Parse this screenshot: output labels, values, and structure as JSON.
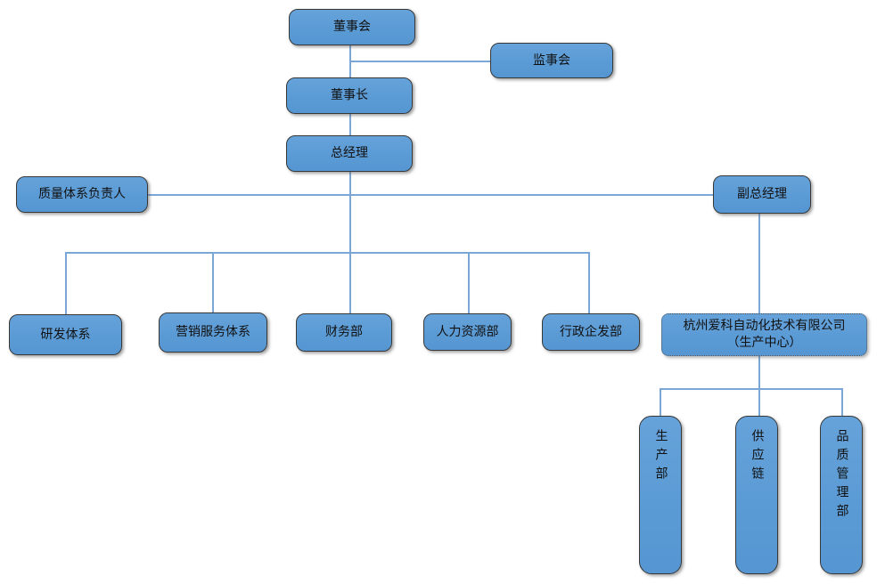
{
  "diagram_type": "org-chart",
  "nodes": {
    "board": "董事会",
    "supervisory": "监事会",
    "chairman": "董事长",
    "general_manager": "总经理",
    "quality_system_lead": "质量体系负责人",
    "deputy_general_manager": "副总经理",
    "rd_system": "研发体系",
    "marketing_service_system": "营销服务体系",
    "finance_dept": "财务部",
    "hr_dept": "人力资源部",
    "admin_enterprise_dept": "行政企发部",
    "production_center_line1": "杭州爱科自动化技术有限公司",
    "production_center_line2": "（生产中心）",
    "production_dept": "生产部",
    "supply_chain": "供应链",
    "quality_mgmt_dept": "品质管理部"
  },
  "hierarchy": {
    "root": "董事会",
    "edges": [
      [
        "董事会",
        "监事会"
      ],
      [
        "董事会",
        "董事长"
      ],
      [
        "董事长",
        "总经理"
      ],
      [
        "质量体系负责人",
        "副总经理"
      ],
      [
        "总经理",
        "研发体系"
      ],
      [
        "总经理",
        "营销服务体系"
      ],
      [
        "总经理",
        "财务部"
      ],
      [
        "总经理",
        "人力资源部"
      ],
      [
        "总经理",
        "行政企发部"
      ],
      [
        "副总经理",
        "杭州爱科自动化技术有限公司（生产中心）"
      ],
      [
        "杭州爱科自动化技术有限公司（生产中心）",
        "生产部"
      ],
      [
        "杭州爱科自动化技术有限公司（生产中心）",
        "供应链"
      ],
      [
        "杭州爱科自动化技术有限公司（生产中心）",
        "品质管理部"
      ]
    ]
  },
  "colors": {
    "node_fill": "#5b9bd5",
    "node_border": "#383838",
    "connector": "#7ba7d7",
    "text": "#111111",
    "background": "#ffffff"
  }
}
